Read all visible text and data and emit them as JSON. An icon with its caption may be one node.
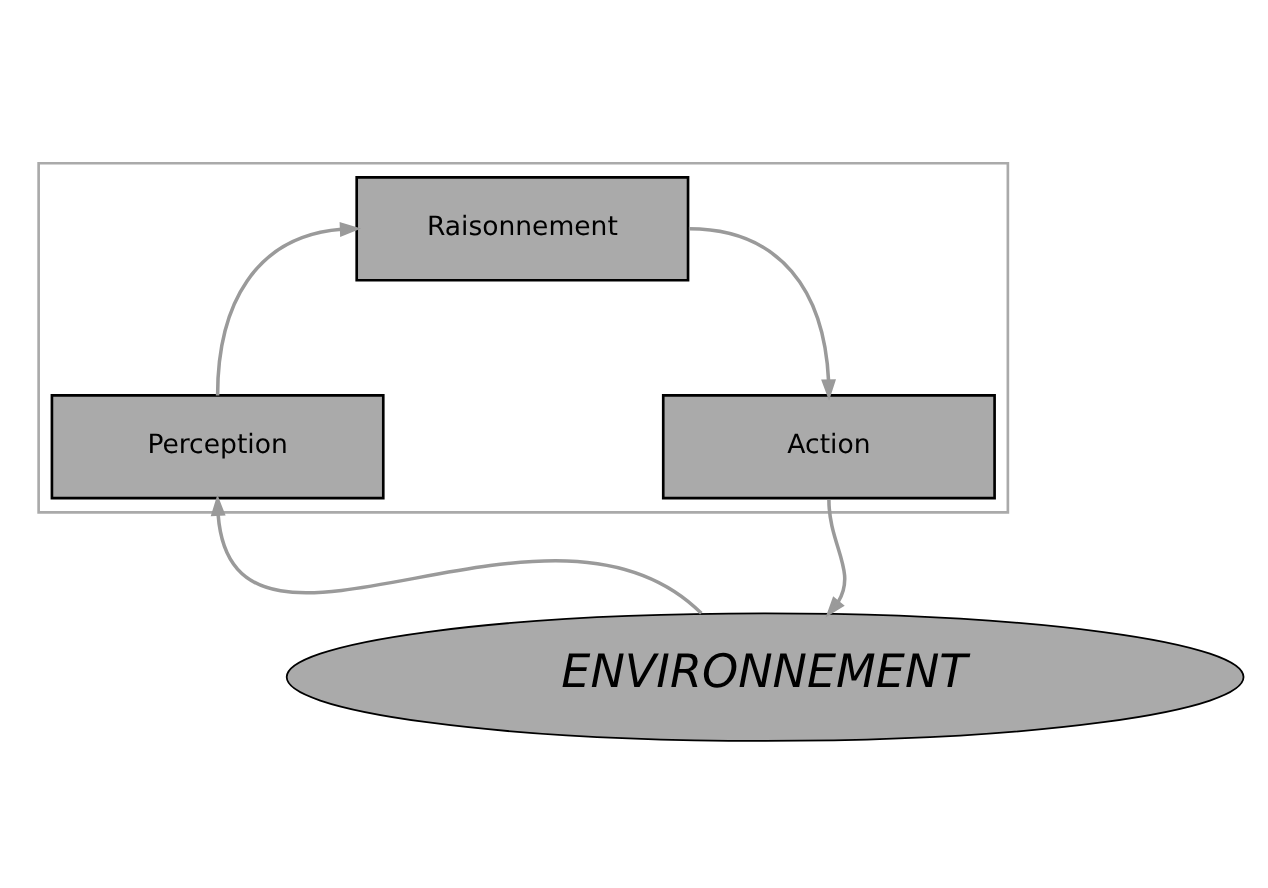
{
  "diagram": {
    "nodes": [
      {
        "text": [],
        "shape": "box"
      },
      {
        "text": [
          "Raisonnement"
        ],
        "in": 0
      },
      {
        "text": [
          "Perception"
        ],
        "in": 0
      },
      {
        "text": [
          "Action"
        ],
        "in": 0
      },
      {
        "text": [
          "ENVIRONNEMENT"
        ]
      }
    ],
    "edges": [
      {
        "from": 2,
        "to": 1,
        "arrow": "to"
      },
      {
        "from": 1,
        "to": 3,
        "arrow": "to"
      },
      {
        "from": 3,
        "to": 4,
        "arrow": "to"
      },
      {
        "from": 4,
        "to": 2,
        "arrow": "to"
      }
    ]
  }
}
